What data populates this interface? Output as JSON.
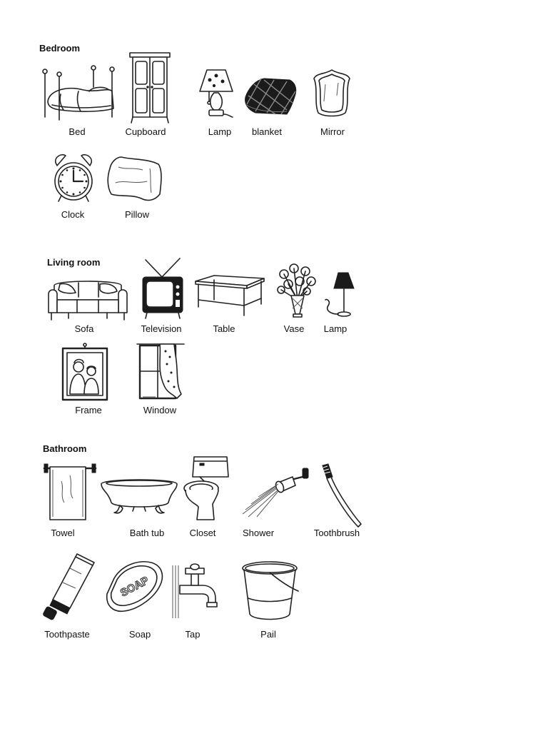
{
  "sections": [
    {
      "title": "Bedroom",
      "items": [
        {
          "label": "Bed",
          "icon": "bed-icon"
        },
        {
          "label": "Cupboard",
          "icon": "cupboard-icon"
        },
        {
          "label": "Lamp",
          "icon": "table-lamp-icon"
        },
        {
          "label": "blanket",
          "icon": "blanket-icon"
        },
        {
          "label": "Mirror",
          "icon": "mirror-icon"
        },
        {
          "label": "Clock",
          "icon": "alarm-clock-icon"
        },
        {
          "label": "Pillow",
          "icon": "pillow-icon"
        }
      ]
    },
    {
      "title": "Living room",
      "items": [
        {
          "label": "Sofa",
          "icon": "sofa-icon"
        },
        {
          "label": "Television",
          "icon": "television-icon"
        },
        {
          "label": "Table",
          "icon": "table-icon"
        },
        {
          "label": "Vase",
          "icon": "vase-icon"
        },
        {
          "label": "Lamp",
          "icon": "floor-lamp-icon"
        },
        {
          "label": "Frame",
          "icon": "picture-frame-icon"
        },
        {
          "label": "Window",
          "icon": "window-icon"
        }
      ]
    },
    {
      "title": "Bathroom",
      "items": [
        {
          "label": "Towel",
          "icon": "towel-icon"
        },
        {
          "label": "Bath tub",
          "icon": "bath-tub-icon"
        },
        {
          "label": "Closet",
          "icon": "toilet-icon"
        },
        {
          "label": "Shower",
          "icon": "shower-icon"
        },
        {
          "label": "Toothbrush",
          "icon": "toothbrush-icon"
        },
        {
          "label": "Toothpaste",
          "icon": "toothpaste-icon"
        },
        {
          "label": "Soap",
          "icon": "soap-icon"
        },
        {
          "label": "Tap",
          "icon": "tap-icon"
        },
        {
          "label": "Pail",
          "icon": "pail-icon"
        }
      ],
      "soap_text": "SOAP"
    }
  ]
}
